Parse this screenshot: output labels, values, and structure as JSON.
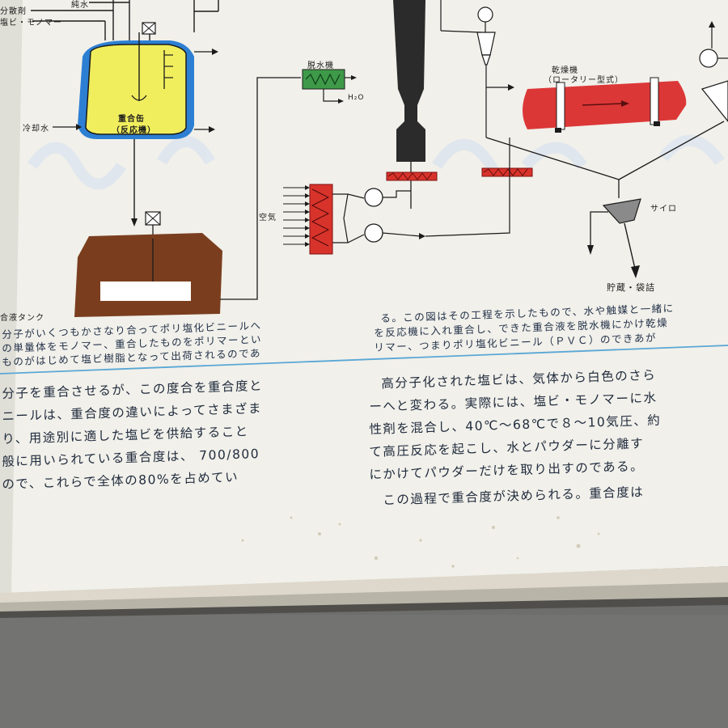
{
  "diagram": {
    "labels": {
      "dispersant": "分散剤",
      "pure_water": "純水",
      "vinyl_monomer": "塩ビ・モノマー",
      "cooling_water": "冷却水",
      "reactor_line1": "重合缶",
      "reactor_line2": "（反応機）",
      "dehydrator": "脱水機",
      "h2o": "H₂O",
      "dryer_line1": "乾燥機",
      "dryer_line2": "（ロータリー型式）",
      "air": "空気",
      "silo": "サイロ",
      "storage": "貯蔵・袋詰",
      "tank": "合液タンク"
    }
  },
  "caption": {
    "left_lines": [
      "分子がいくつもかさなり合ってポリ塩化ビニールへ",
      "の単量体をモノマー、重合したものをポリマーとい",
      "ものがはじめて塩ビ樹脂となって出荷されるのであ"
    ],
    "right_lines": [
      "る。この図はその工程を示したもので、水や触媒と一緒に",
      "を反応機に入れ重合し、できた重合液を脱水機にかけ乾燥",
      "リマー、つまりポリ塩化ビニール（ＰＶＣ）のできあが"
    ]
  },
  "body": {
    "left_lines": [
      "分子を重合させるが、この度合を重合度と",
      "ニールは、重合度の違いによってさまざま",
      "り、用途別に適した塩ビを供給すること",
      "般に用いられている重合度は、 700/800",
      "ので、これらで全体の80%を占めてい"
    ],
    "right_lines": [
      "　高分子化された塩ビは、気体から白色のさら",
      "ーへと変わる。実際には、塩ビ・モノマーに水",
      "性剤を混合し、40℃～68℃で８～10気圧、約",
      "て高圧反応を起こし、水とパウダーに分離す",
      "にかけてパウダーだけを取り出すのである。",
      "　この過程で重合度が決められる。重合度は"
    ]
  },
  "colors": {
    "page": "#f1f0ea",
    "reactor_yellow": "#f1ee5e",
    "reactor_blue": "#2d7fd3",
    "tank_brown": "#7a3e1f",
    "heater_red": "#d8332b",
    "dryer_red": "#dc3737",
    "dehydrator_green": "#3e9a49",
    "column_dark": "#2b2b2b",
    "silo_grey": "#8a8a8a",
    "divider_blue": "#5aa7d6",
    "text_navy": "#24324a"
  }
}
